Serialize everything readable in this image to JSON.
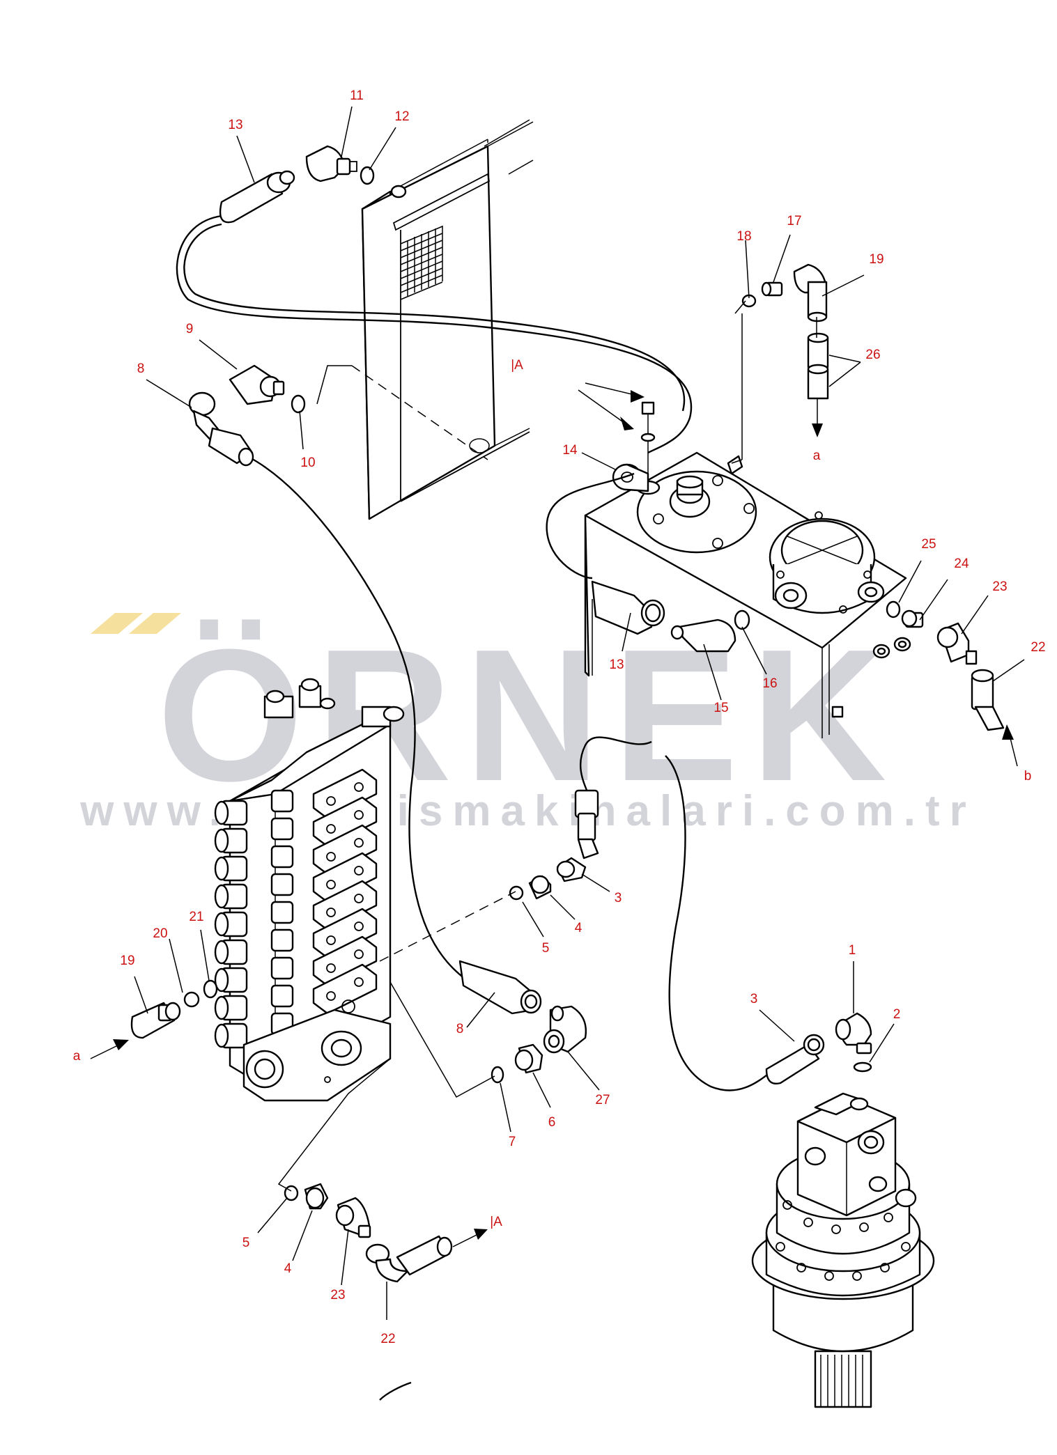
{
  "watermark": {
    "brand": "ÖRNEK",
    "url": "www.ornekismakinalari.com.tr"
  },
  "refs": {
    "A_top": "|A",
    "A_bottom": "|A",
    "a_top": "a",
    "a_left": "a",
    "b_right": "b"
  },
  "callouts": {
    "c1": "1",
    "c2": "2",
    "c3a": "3",
    "c3b": "3",
    "c4a": "4",
    "c4b": "4",
    "c5a": "5",
    "c5b": "5",
    "c6": "6",
    "c7": "7",
    "c8a": "8",
    "c8b": "8",
    "c9": "9",
    "c10": "10",
    "c11": "11",
    "c12": "12",
    "c13a": "13",
    "c13b": "13",
    "c14": "14",
    "c15": "15",
    "c16": "16",
    "c17": "17",
    "c18": "18",
    "c19a": "19",
    "c19b": "19",
    "c20": "20",
    "c21": "21",
    "c22a": "22",
    "c22b": "22",
    "c23a": "23",
    "c23b": "23",
    "c24": "24",
    "c25": "25",
    "c26": "26",
    "c27": "27"
  }
}
